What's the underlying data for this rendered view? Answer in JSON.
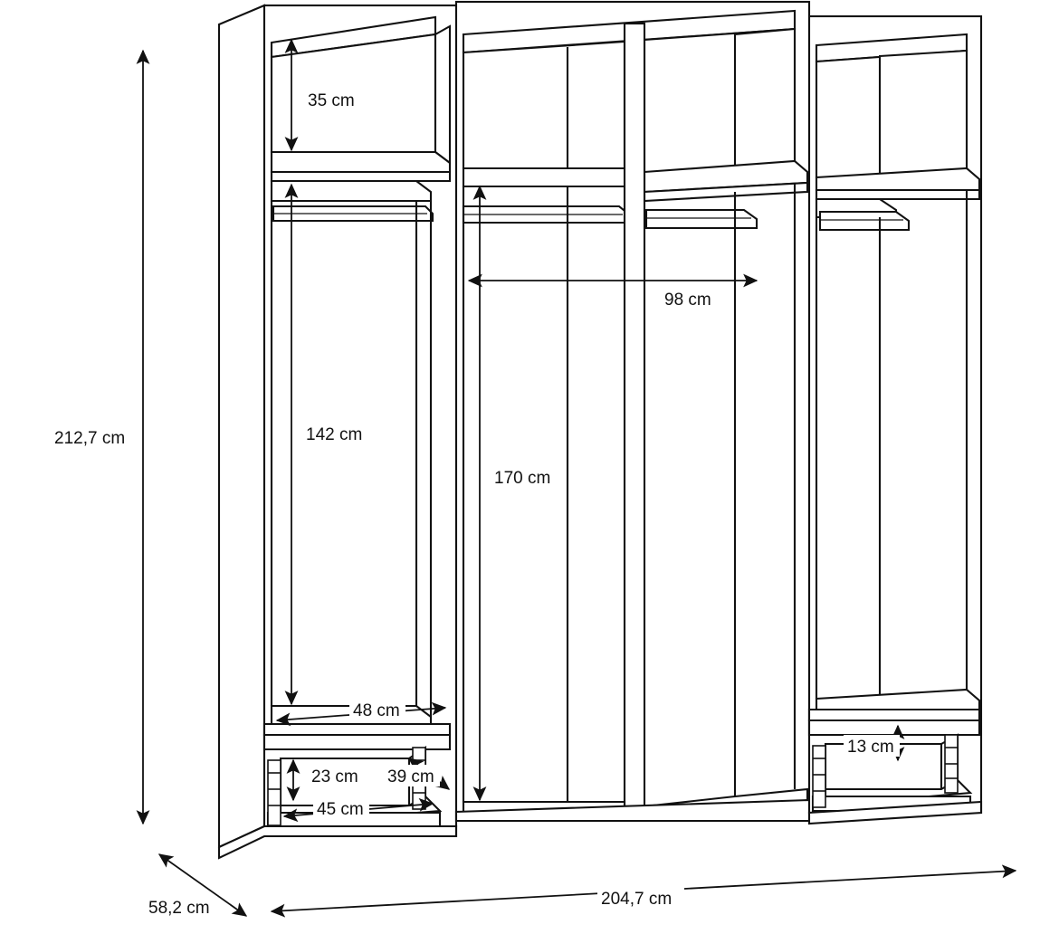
{
  "drawing": {
    "title": "Wardrobe technical dimension drawing",
    "unit": "cm",
    "line_color": "#111111",
    "fill_color": "#ffffff",
    "background": "#ffffff"
  },
  "dimensions": {
    "overall_height": "212,7 cm",
    "overall_width": "204,7 cm",
    "overall_depth": "58,2 cm",
    "top_compartment_height": "35 cm",
    "left_hanging_height": "142 cm",
    "left_shelf_width": "48 cm",
    "middle_open_height": "170 cm",
    "middle_open_width": "98 cm",
    "drawer_inner_height": "23 cm",
    "drawer_inner_width": "45 cm",
    "drawer_inner_depth": "39 cm",
    "right_drawer_height": "13 cm"
  },
  "labels": {
    "height_overall": "212,7 cm",
    "width_overall": "204,7 cm",
    "depth_overall": "58,2 cm",
    "top_shelf": "35 cm",
    "hanging_left": "142 cm",
    "shelf_width_left": "48 cm",
    "open_height_mid": "170 cm",
    "open_width_mid": "98 cm",
    "drawer_height": "23 cm",
    "drawer_width": "45 cm",
    "drawer_depth": "39 cm",
    "drawer_height_right": "13 cm"
  }
}
